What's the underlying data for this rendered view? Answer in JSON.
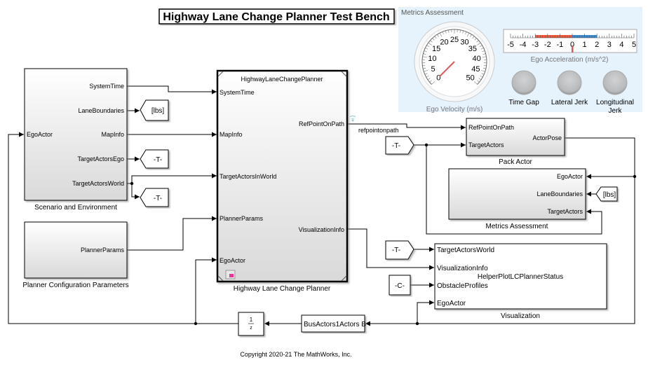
{
  "title": "Highway Lane Change Planner Test Bench",
  "dashboard": {
    "panel_title": "Metrics Assessment",
    "velocity_gauge": {
      "label": "Ego Velocity (m/s)",
      "ticks": [
        "0",
        "5",
        "10",
        "15",
        "20",
        "25",
        "30",
        "35",
        "40",
        "45",
        "50"
      ],
      "value": 0
    },
    "accel_gauge": {
      "label": "Ego Acceleration (m/s^2)",
      "ticks": [
        "-5",
        "-4",
        "-3",
        "-2",
        "-1",
        "0",
        "1",
        "2",
        "3",
        "4",
        "5"
      ],
      "value": 0,
      "red_range": [
        -3,
        0
      ],
      "blue_range": [
        0,
        2
      ],
      "red": "#f05a3c",
      "blue": "#3a8ad0"
    },
    "lamps": [
      "Time Gap",
      "Lateral Jerk",
      "Longitudinal",
      "Jerk"
    ],
    "bg": "#e6f2fc"
  },
  "scenario": {
    "label": "Scenario and Environment",
    "in": "EgoActor",
    "out": [
      "SystemTime",
      "LaneBoundaries",
      "MapInfo",
      "TargetActorsEgo",
      "TargetActorsWorld"
    ]
  },
  "config": {
    "label": "Planner Configuration Parameters",
    "out": "PlannerParams"
  },
  "planner": {
    "label": "Highway Lane Change Planner",
    "inner": "HighwayLaneChangePlanner",
    "in": [
      "SystemTime",
      "MapInfo",
      "TargetActorsInWorld",
      "PlannerParams",
      "EgoActor"
    ],
    "out": [
      "RefPointOnPath",
      "VisualizationInfo"
    ]
  },
  "tags": {
    "lbs": "[lbs]",
    "t": "-T-",
    "c": "-C-"
  },
  "signal": "refpointonpath",
  "pack": {
    "label": "Pack Actor",
    "in": [
      "RefPointOnPath",
      "TargetActors"
    ],
    "out": "ActorPose"
  },
  "metrics": {
    "label": "Metrics Assessment",
    "in": [
      "EgoActor",
      "LaneBoundaries",
      "TargetActors"
    ]
  },
  "vis": {
    "label": "Visualization",
    "inner": "HelperPlotLCPlannerStatus",
    "in": [
      "TargetActorsWorld",
      "VisualizationInfo",
      "ObstacleProfiles",
      "EgoActor"
    ]
  },
  "delay": {
    "num": "1",
    "den": "z"
  },
  "bus": "BusActors1Actors B",
  "copyright": "Copyright 2020-21 The MathWorks, Inc."
}
